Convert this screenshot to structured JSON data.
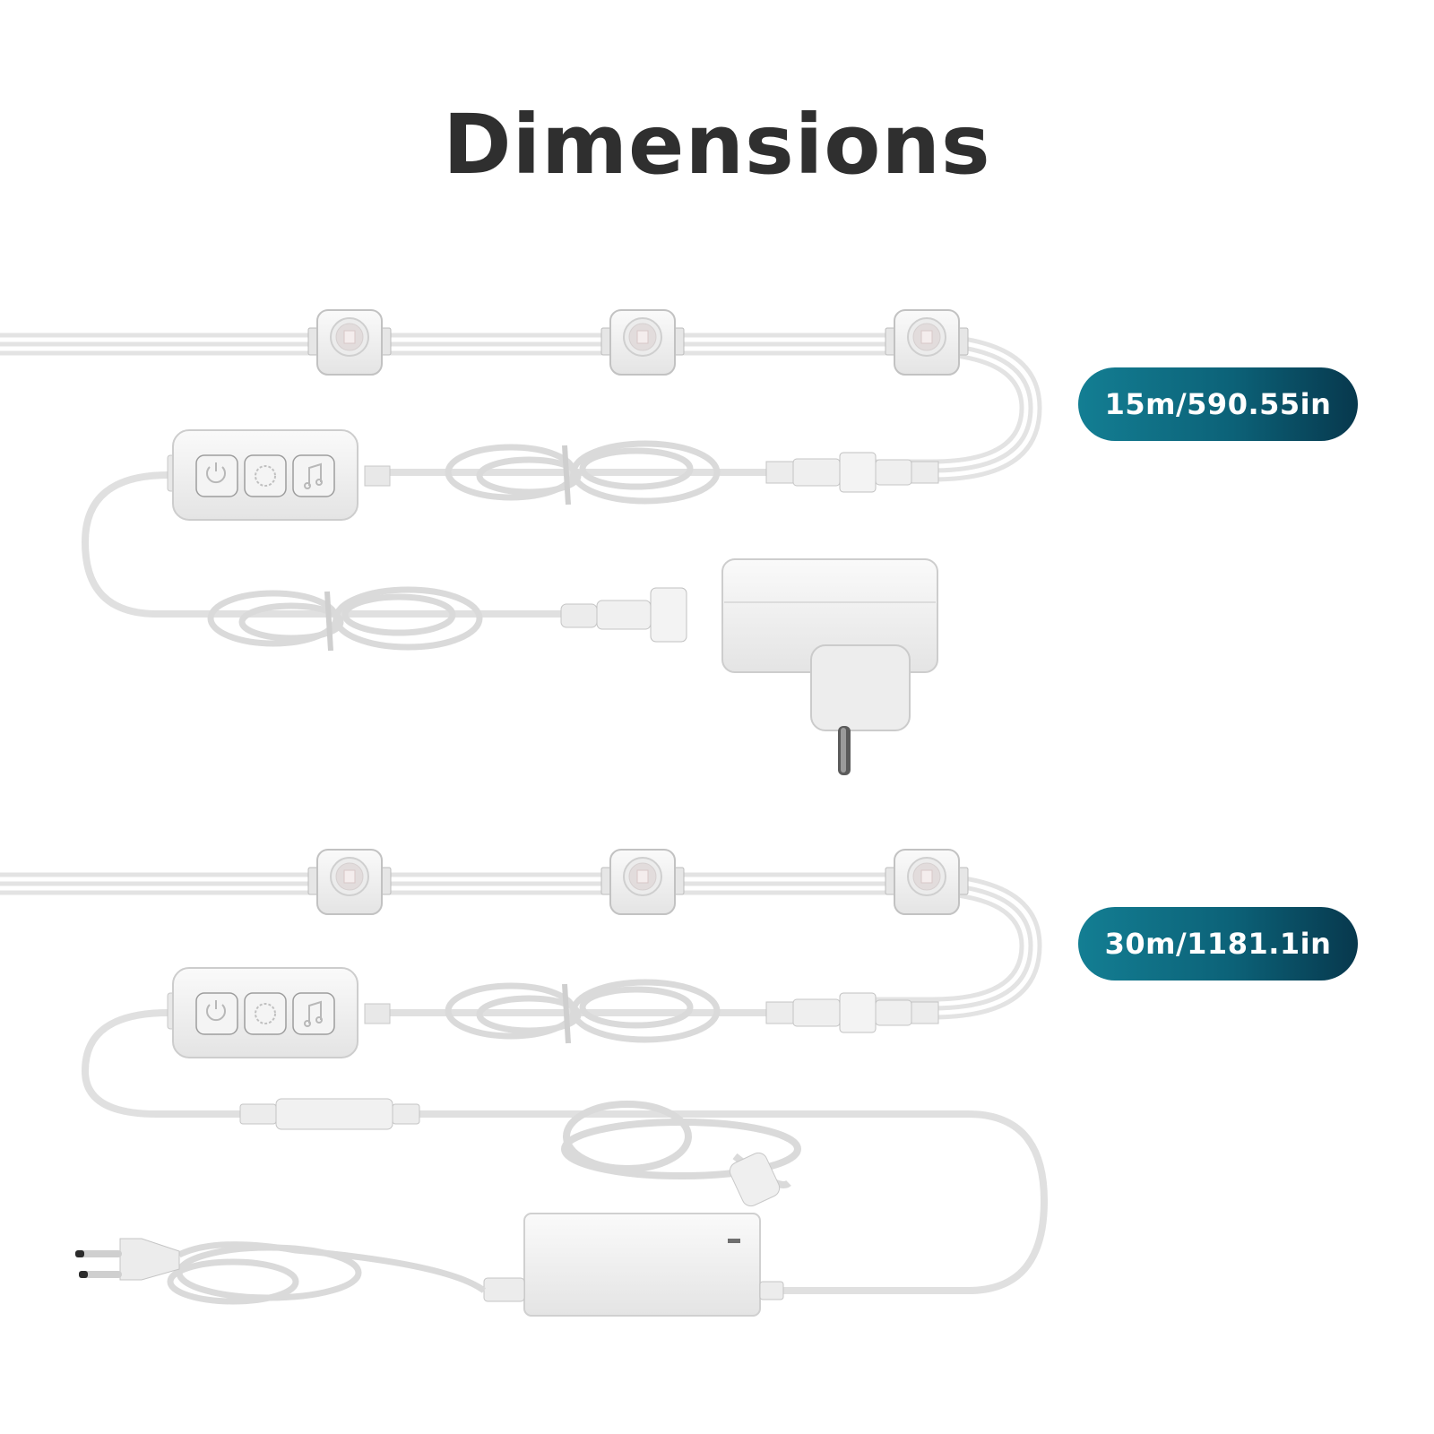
{
  "title": "Dimensions",
  "colors": {
    "title": "#2f2f2f",
    "pill_gradient_start": "#137e93",
    "pill_gradient_end": "#07384d",
    "pill_text": "#ffffff",
    "product": "#f2f2f2",
    "product_outline": "#c9c9c9"
  },
  "variants": [
    {
      "length_label": "15m/590.55in",
      "components": [
        "light-module",
        "light-module",
        "light-module",
        "waterproof-connector",
        "cable-coil",
        "three-button-controller",
        "cable-coil",
        "plug-in-adapter-eu-schuko"
      ],
      "controller_buttons": [
        "power-icon",
        "brightness-icon",
        "music-icon"
      ]
    },
    {
      "length_label": "30m/1181.1in",
      "components": [
        "light-module",
        "light-module",
        "light-module",
        "waterproof-connector",
        "cable-coil",
        "three-button-controller",
        "dc-barrel-connector",
        "cable-coil-with-ferrite",
        "power-brick-adapter",
        "eu-plug-cord"
      ],
      "controller_buttons": [
        "power-icon",
        "brightness-icon",
        "music-icon"
      ]
    }
  ]
}
